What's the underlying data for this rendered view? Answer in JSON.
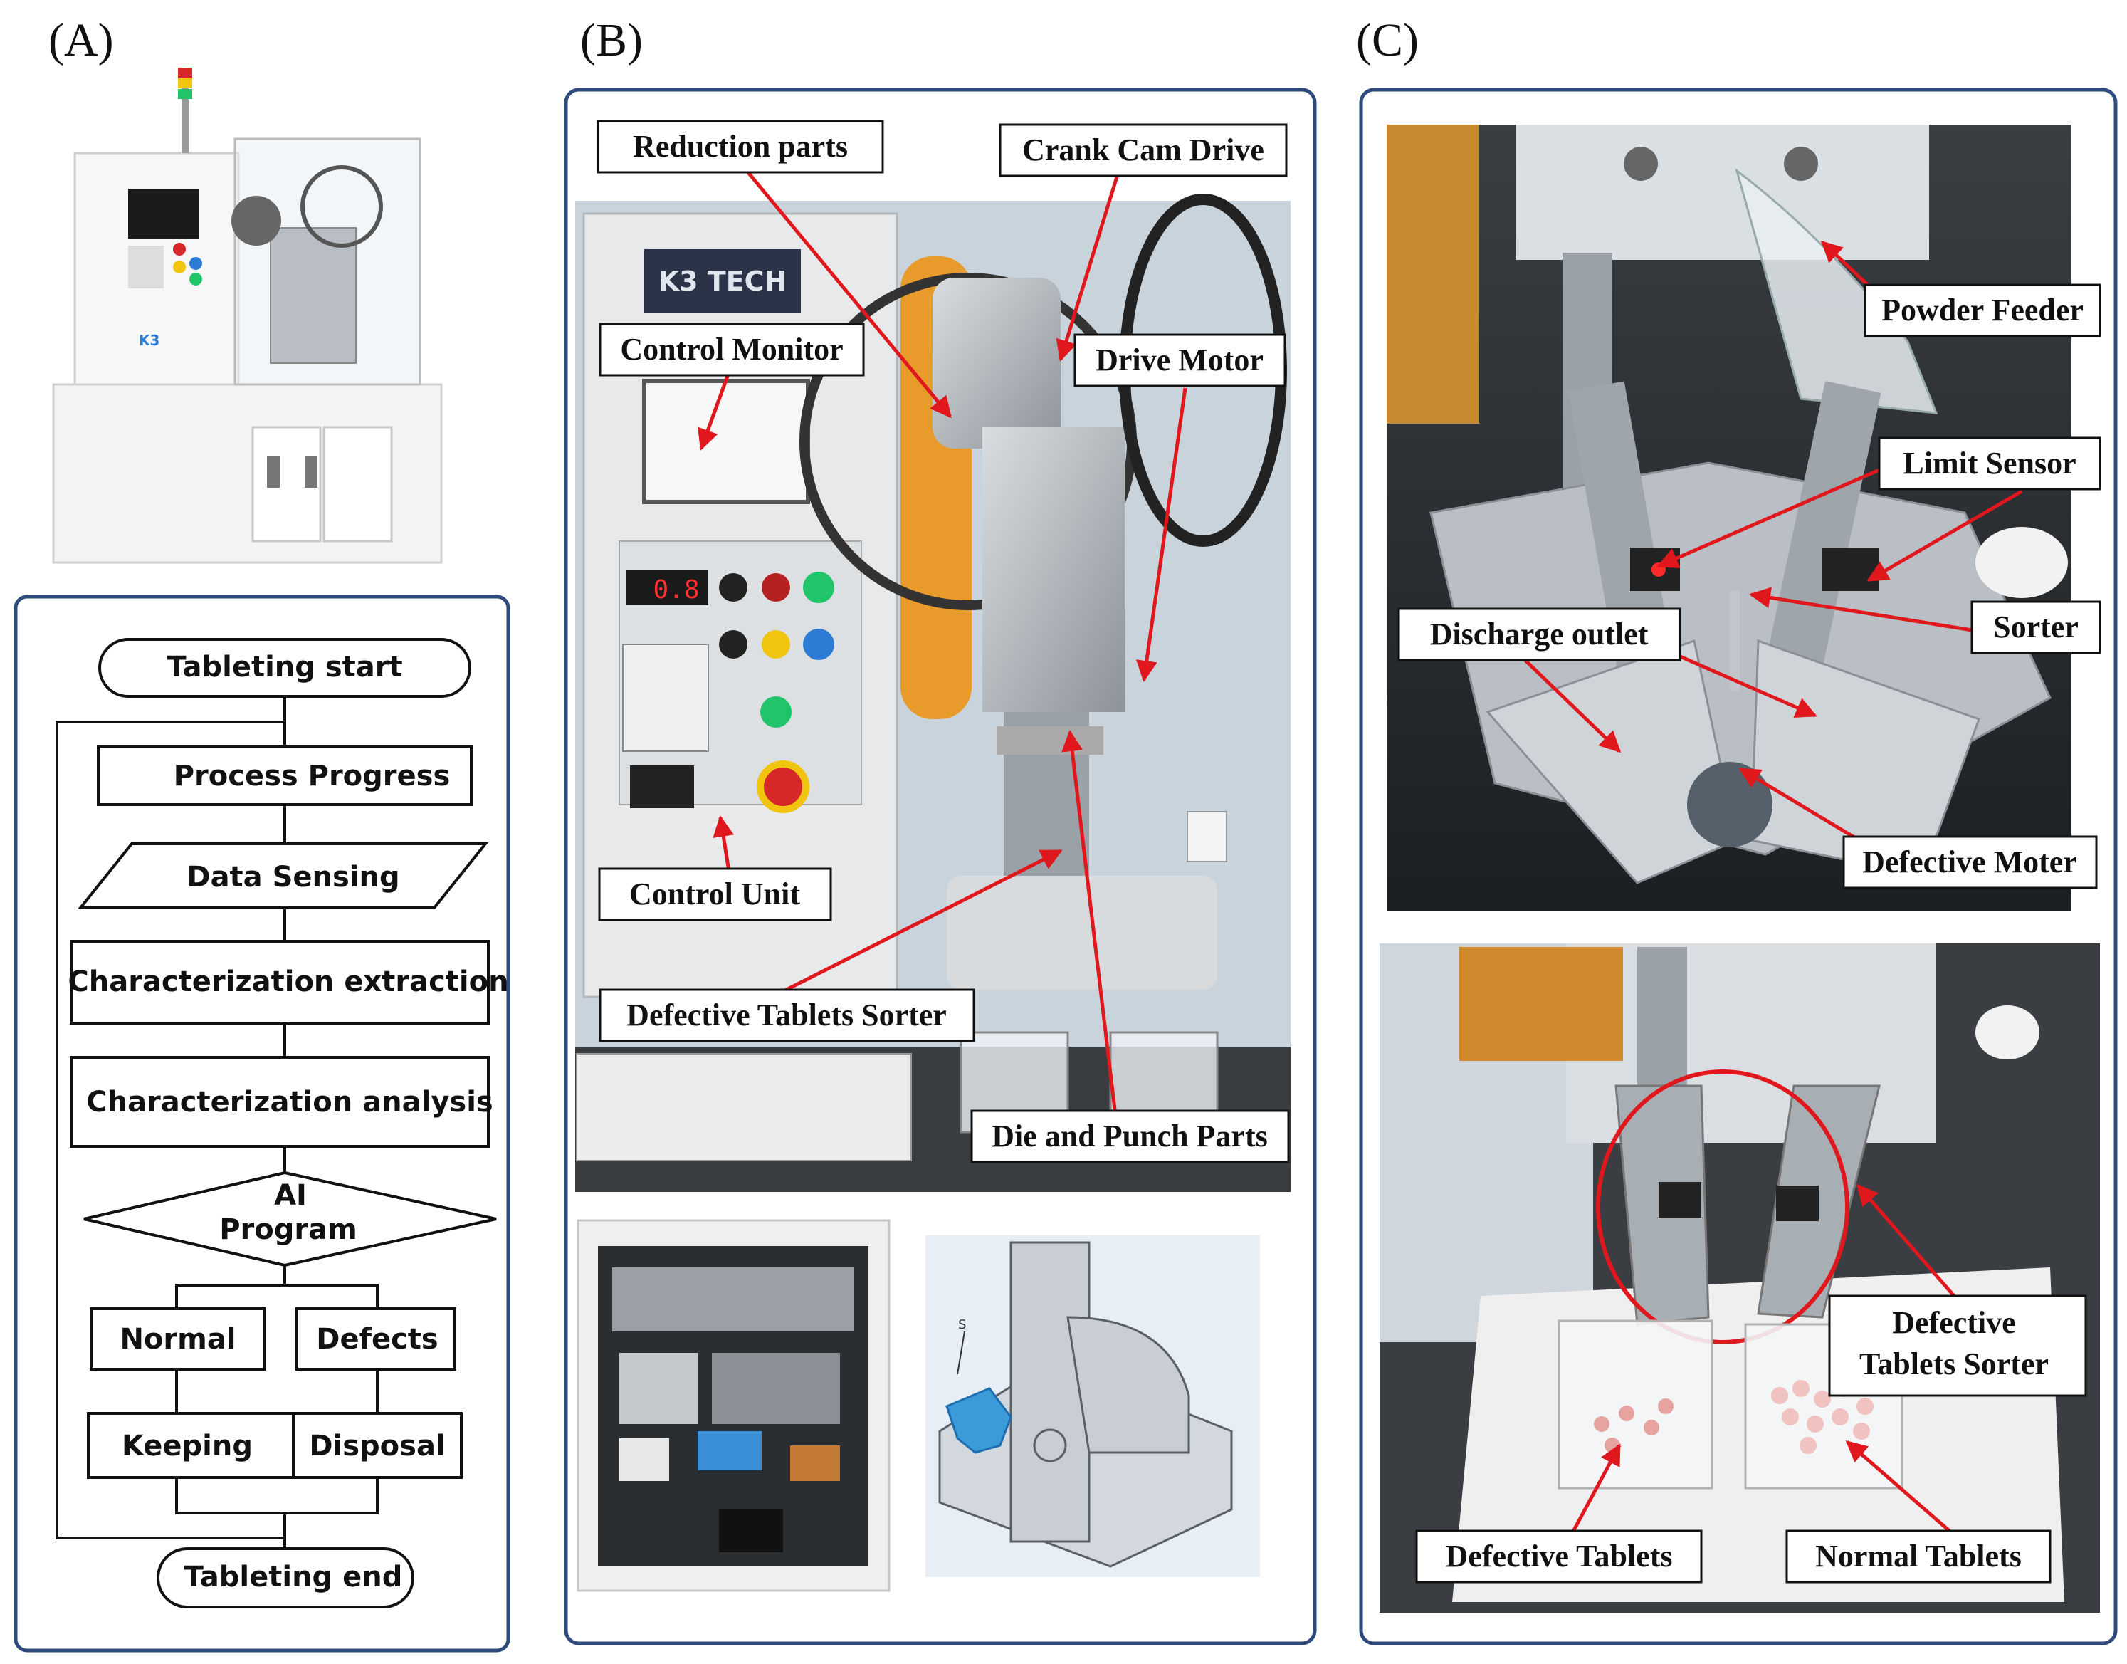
{
  "panels": {
    "a": "(A)",
    "b": "(B)",
    "c": "(C)"
  },
  "flowchart": {
    "start": "Tableting start",
    "process_progress": "Process Progress",
    "data_sensing": "Data Sensing",
    "characterization_extraction": "Characterization extraction",
    "characterization_analysis": "Characterization analysis",
    "ai_program_line1": "AI",
    "ai_program_line2": "Program",
    "normal": "Normal",
    "defects": "Defects",
    "keeping": "Keeping",
    "disposal": "Disposal",
    "end": "Tableting end"
  },
  "panel_b_labels": {
    "reduction_parts": "Reduction parts",
    "crank_cam_drive": "Crank Cam Drive",
    "control_monitor": "Control Monitor",
    "drive_motor": "Drive Motor",
    "control_unit": "Control Unit",
    "defective_tablets_sorter": "Defective Tablets Sorter",
    "die_and_punch_parts": "Die and Punch Parts"
  },
  "panel_c_labels": {
    "powder_feeder": "Powder Feeder",
    "limit_sensor": "Limit Sensor",
    "sorter": "Sorter",
    "discharge_outlet": "Discharge outlet",
    "defective_moter": "Defective Moter",
    "defective_tablets_sorter_line1": "Defective",
    "defective_tablets_sorter_line2": "Tablets Sorter",
    "defective_tablets": "Defective Tablets",
    "normal_tablets": "Normal Tablets"
  },
  "machine": {
    "logo_text": "K3 TECH",
    "display_value": "0.8",
    "brand": "K3"
  },
  "colors": {
    "frame": "#2f4a7d",
    "arrow": "#e0171d",
    "gear": "#e89a2a",
    "sorter_part": "#3a9bd8",
    "green_button": "#22c46a",
    "yellow_button": "#f1c40f",
    "red_button": "#d62828"
  }
}
